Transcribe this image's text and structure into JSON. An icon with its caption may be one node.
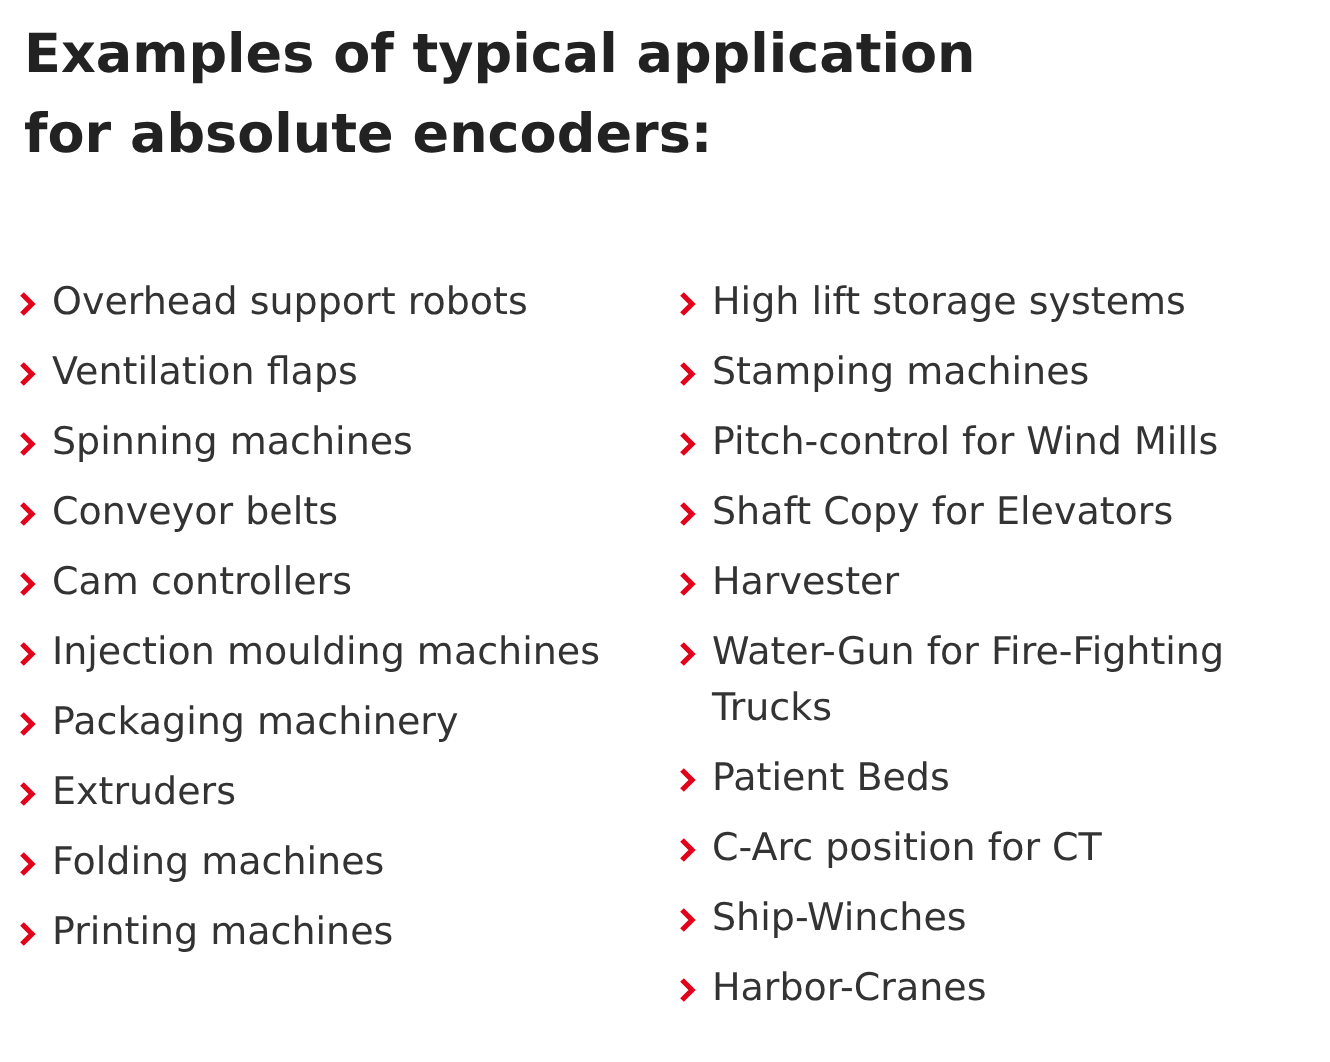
{
  "diagram": {
    "title": "Examples of typical application for absolute encoders:",
    "labels": [
      "Overhead support robots",
      "Ventilation flaps",
      "Spinning machines",
      "Conveyor belts",
      "Cam controllers",
      "Injection moulding machines",
      "Packaging machinery",
      "Extruders",
      "Folding machines",
      "Printing machines",
      "High lift storage systems",
      "Stamping machines",
      "Pitch-control for Wind Mills",
      "Shaft Copy for Elevators",
      "Harvester",
      "Water-Gun for Fire-Fighting Trucks",
      "Patient Beds",
      "C-Arc position for CT",
      "Ship-Winches",
      "Harbor-Cranes"
    ]
  }
}
